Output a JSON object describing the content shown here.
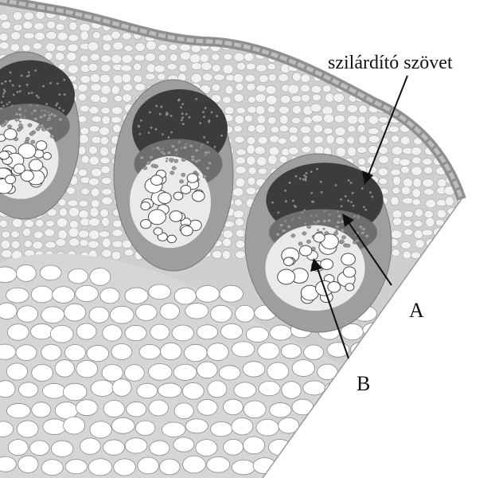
{
  "labels": {
    "sclerenchyma": "szilárdító szövet",
    "a": "A",
    "b": "B"
  },
  "colors": {
    "epidermis": "#8f8f8f",
    "cortex_fill": "#cfcfcf",
    "cortex_cell": "#f1f1f1",
    "pith_cell": "#ffffff",
    "pith_line": "#8a8a8a",
    "sheath": "#9e9e9e",
    "phloem": "#6e6e6e",
    "sclerenchyma": "#3c3c3c",
    "xylem_fill": "#eaeaea",
    "vessel": "#ffffff",
    "text": "#111111"
  }
}
